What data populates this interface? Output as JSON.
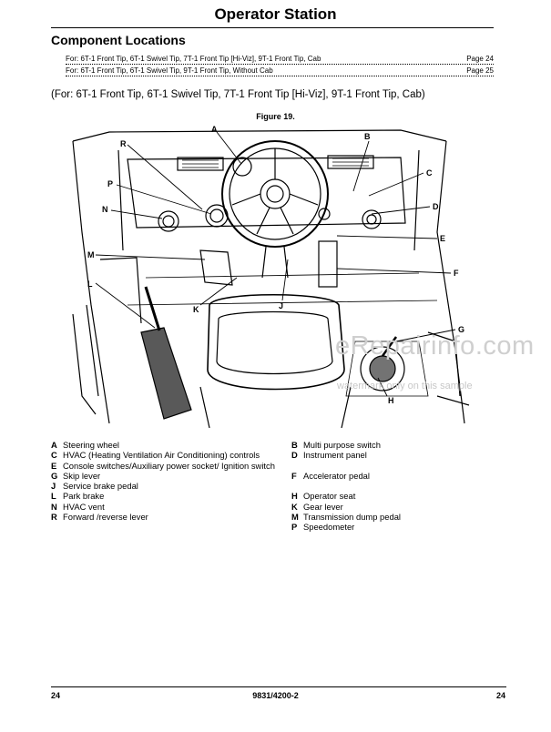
{
  "header": {
    "title": "Operator Station",
    "section": "Component Locations"
  },
  "toc": [
    {
      "label": "For: 6T-1 Front Tip, 6T-1 Swivel Tip, 7T-1 Front Tip [Hi-Viz], 9T-1 Front Tip, Cab",
      "page": "Page 24"
    },
    {
      "label": "For: 6T-1 Front Tip, 6T-1 Swivel Tip, 9T-1 Front Tip, Without Cab",
      "page": "Page 25"
    }
  ],
  "variant_heading": "(For: 6T-1 Front Tip, 6T-1 Swivel Tip, 7T-1 Front Tip [Hi-Viz], 9T-1 Front Tip, Cab)",
  "figure": {
    "title": "Figure 19.",
    "callouts": [
      "A",
      "B",
      "C",
      "D",
      "E",
      "F",
      "G",
      "H",
      "J",
      "K",
      "L",
      "M",
      "N",
      "P",
      "R"
    ]
  },
  "watermark": {
    "brand": "eRepairinfo.com",
    "note": "watermark only on this sample"
  },
  "legend": {
    "left": [
      {
        "key": "A",
        "text": "Steering wheel"
      },
      {
        "key": "C",
        "text": "HVAC (Heating Ventilation Air Conditioning) controls"
      },
      {
        "key": "E",
        "text": "Console switches/Auxiliary power socket/ Ignition switch"
      },
      {
        "key": "G",
        "text": "Skip lever"
      },
      {
        "key": "J",
        "text": "Service brake pedal"
      },
      {
        "key": "L",
        "text": "Park brake"
      },
      {
        "key": "N",
        "text": "HVAC vent"
      },
      {
        "key": "R",
        "text": "Forward /reverse lever"
      }
    ],
    "right": [
      {
        "key": "B",
        "text": "Multi purpose switch"
      },
      {
        "key": "D",
        "text": "Instrument panel"
      },
      {
        "key": "F",
        "text": "Accelerator pedal"
      },
      {
        "key": "H",
        "text": "Operator seat"
      },
      {
        "key": "K",
        "text": "Gear lever"
      },
      {
        "key": "M",
        "text": "Transmission dump pedal"
      },
      {
        "key": "P",
        "text": "Speedometer"
      }
    ]
  },
  "footer": {
    "page_left": "24",
    "doc_number": "9831/4200-2",
    "page_right": "24"
  }
}
